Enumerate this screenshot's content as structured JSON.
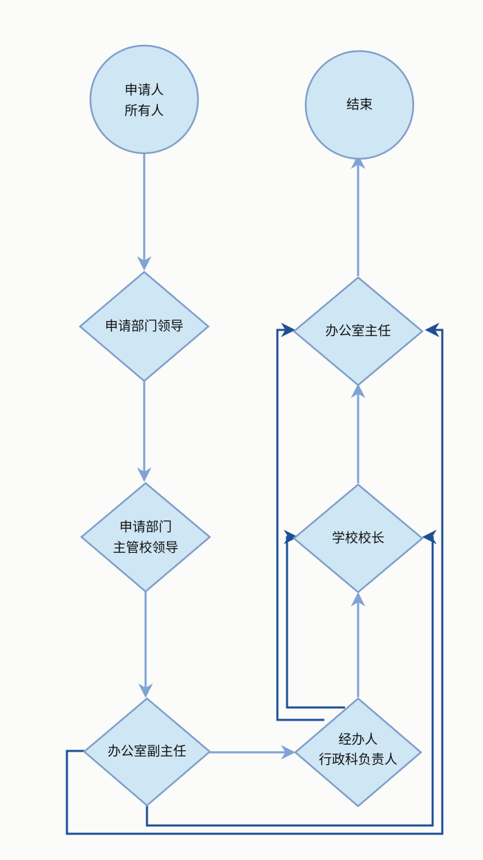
{
  "nodes": {
    "applicant": {
      "line1": "申请人",
      "line2": "所有人"
    },
    "end": {
      "line1": "结束"
    },
    "dept_leader": {
      "line1": "申请部门领导"
    },
    "dept_supervisor": {
      "line1": "申请部门",
      "line2": "主管校领导"
    },
    "office_deputy": {
      "line1": "办公室副主任"
    },
    "handler": {
      "line1": "经办人",
      "line2": "行政科负责人"
    },
    "principal": {
      "line1": "学校校长"
    },
    "office_director": {
      "line1": "办公室主任"
    }
  },
  "colors": {
    "node_fill": "#cfe6f4",
    "node_border": "#7f9fc9",
    "flow_arrow": "#7fa3d4",
    "feedback_arrow": "#1e4f95"
  }
}
